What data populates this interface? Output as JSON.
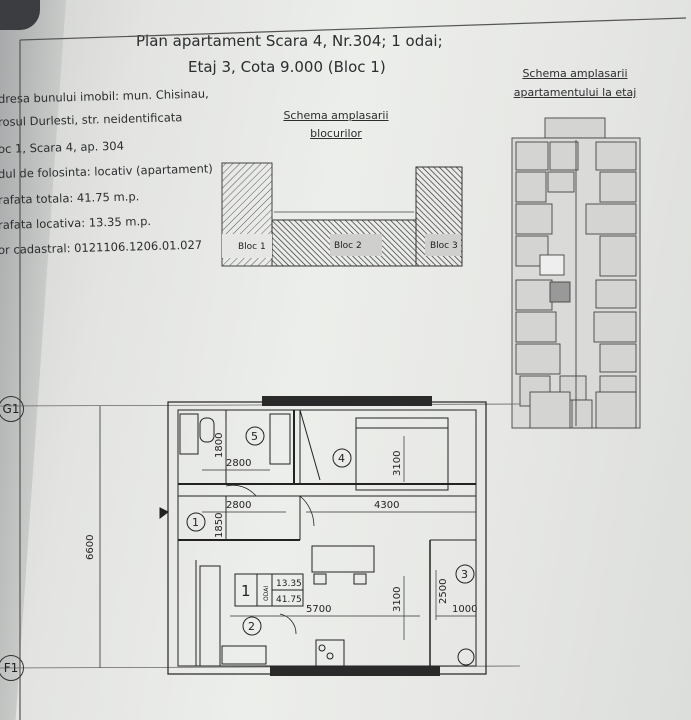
{
  "title": {
    "line1": "Plan apartament Scara 4, Nr.304; 1 odai;",
    "line2": "Etaj 3, Cota 9.000 (Bloc 1)"
  },
  "info": [
    "dresa bunului imobil: mun. Chisinau,",
    "rosul Durlesti, str. neidentificata",
    "oc 1, Scara 4, ap. 304",
    "dul de folosinta: locativ (apartament)",
    "rafata totala: 41.75 m.p.",
    "rafata locativa: 13.35 m.p.",
    "or cadastral: 0121106.1206.01.027"
  ],
  "schema_blocuri": {
    "line1": "Schema amplasarii",
    "line2": "blocurilor",
    "blocks": [
      "Bloc 1",
      "Bloc 2",
      "Bloc 3"
    ]
  },
  "schema_etaj": {
    "line1": "Schema amplasarii",
    "line2": "apartamentului la etaj"
  },
  "axes": {
    "top": "G1",
    "bottom": "F1"
  },
  "dimensions": {
    "height_total": "6600",
    "d1800": "1800",
    "d2800_top": "2800",
    "d3100_top": "3100",
    "d2800_mid": "2800",
    "d4300": "4300",
    "d1850": "1850",
    "d5700": "5700",
    "d3100_bottom": "3100",
    "d2500": "2500",
    "d1000": "1000"
  },
  "rooms": [
    "1",
    "2",
    "3",
    "4",
    "5"
  ],
  "room_table": {
    "num": "1",
    "sub": "ODAI",
    "loc": "13.35",
    "total": "41.75"
  }
}
